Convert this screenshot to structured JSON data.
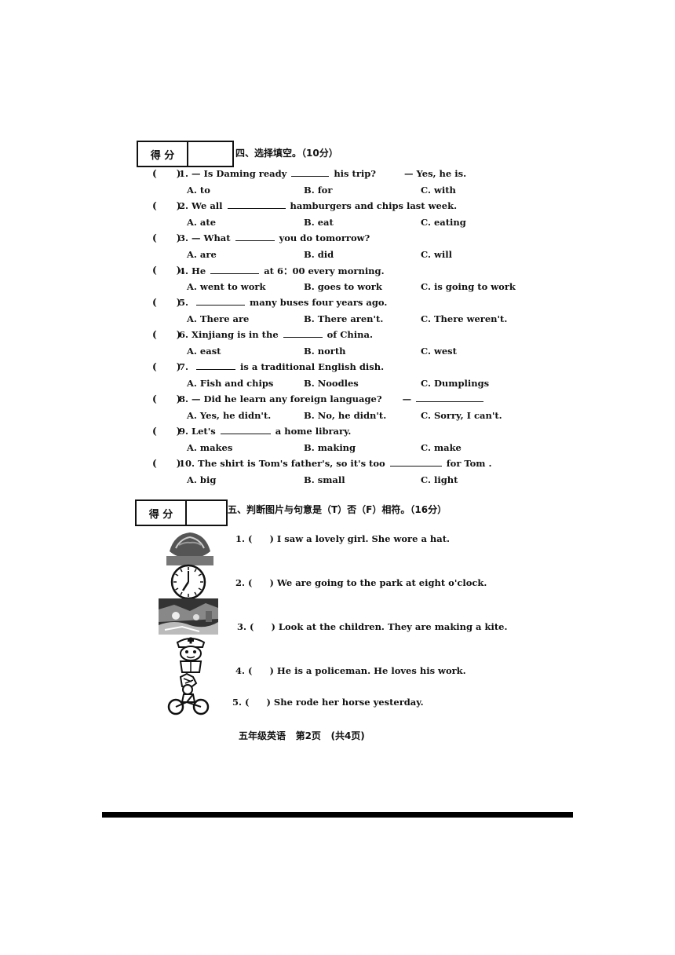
{
  "section4": {
    "score_label": "得 分",
    "title": "四、选择填空。（10分）",
    "questions": [
      {
        "num": "1.",
        "stem_a": "— Is Daming ready",
        "stem_b": "his trip?",
        "stem_c": "— Yes, he is.",
        "a": "A. to",
        "b": "B. for",
        "c": "C. with"
      },
      {
        "num": "2.",
        "stem_a": "We all",
        "stem_b": "hamburgers and chips last week.",
        "stem_c": "",
        "a": "A. ate",
        "b": "B. eat",
        "c": "C. eating"
      },
      {
        "num": "3.",
        "stem_a": "— What",
        "stem_b": "you do tomorrow?",
        "stem_c": "",
        "a": "A. are",
        "b": "B. did",
        "c": "C. will"
      },
      {
        "num": "4.",
        "stem_a": "He",
        "stem_b": "at 6：00 every morning.",
        "stem_c": "",
        "a": "A. went to work",
        "b": "B. goes to work",
        "c": "C. is going to work"
      },
      {
        "num": "5.",
        "stem_a": "",
        "stem_b": "many buses four years ago.",
        "stem_c": "",
        "a": "A. There are",
        "b": "B. There aren't.",
        "c": "C. There weren't."
      },
      {
        "num": "6.",
        "stem_a": "Xinjiang is in the",
        "stem_b": "of China.",
        "stem_c": "",
        "a": "A. east",
        "b": "B. north",
        "c": "C. west"
      },
      {
        "num": "7.",
        "stem_a": "",
        "stem_b": "is a traditional English dish.",
        "stem_c": "",
        "a": "A. Fish and chips",
        "b": "B. Noodles",
        "c": "C. Dumplings"
      },
      {
        "num": "8.",
        "stem_a": "— Did he learn any foreign language?",
        "stem_b": "—",
        "stem_c": "",
        "a": "A. Yes, he didn't.",
        "b": "B. No, he didn't.",
        "c": "C. Sorry, I can't."
      },
      {
        "num": "9.",
        "stem_a": "Let's",
        "stem_b": "a home library.",
        "stem_c": "",
        "a": "A. makes",
        "b": "B. making",
        "c": "C. make"
      },
      {
        "num": "10.",
        "stem_a": "The shirt is Tom's father's, so it's too",
        "stem_b": "for Tom .",
        "stem_c": "",
        "a": "A. big",
        "b": "B. small",
        "c": "C. light"
      }
    ]
  },
  "section5": {
    "score_label": "得 分",
    "title": "五、判断图片与句意是（T）否（F）相符。（16分）",
    "items": [
      {
        "num": "1. (",
        "text": ") I saw a lovely girl. She wore a hat."
      },
      {
        "num": "2. (",
        "text": ") We are going to the park at eight o'clock."
      },
      {
        "num": "3. (",
        "text": ") Look at the children. They are making a kite."
      },
      {
        "num": "4. (",
        "text": ") He is a policeman. He loves his work."
      },
      {
        "num": "5. (",
        "text": ") She rode her horse yesterday."
      }
    ]
  },
  "footer": {
    "grade": "五年级英语",
    "page": "第2页",
    "total": "(共4页)"
  }
}
